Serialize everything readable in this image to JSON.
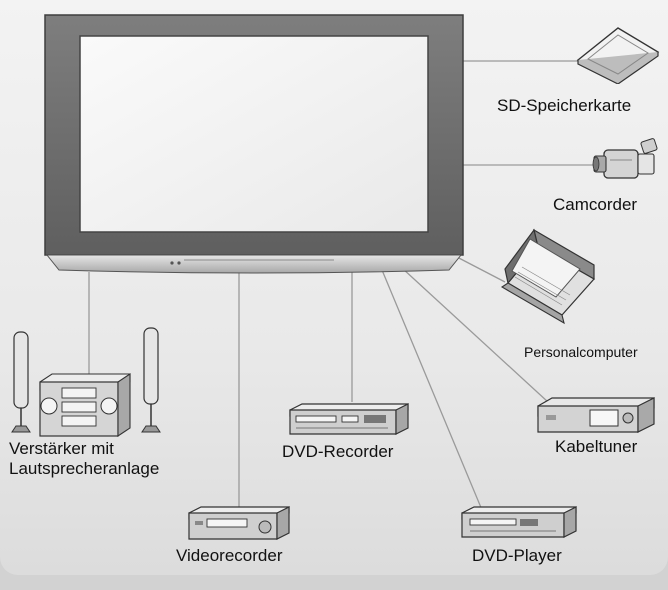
{
  "labels": {
    "sd_card": "SD-Speicherkarte",
    "camcorder": "Camcorder",
    "personal_computer": "Personalcomputer",
    "cable_tuner": "Kabeltuner",
    "dvd_player": "DVD-Player",
    "dvd_recorder": "DVD-Recorder",
    "video_recorder": "Videorecorder",
    "amplifier_line1": "Verstärker mit",
    "amplifier_line2": "Lautsprecheranlage"
  },
  "colors": {
    "background": "#ececec",
    "tv_frame": "#6f6f6f",
    "tv_screen": "#f4f4f4",
    "wire": "#9a9a9a",
    "device": "#cfcfcf"
  },
  "icons": {
    "tv": "flat-tv-icon",
    "sd_card": "sd-card-icon",
    "camcorder": "camcorder-icon",
    "laptop": "laptop-icon",
    "cable_tuner": "set-top-box-icon",
    "dvd_player": "dvd-player-icon",
    "dvd_recorder": "dvd-recorder-icon",
    "video_recorder": "vcr-icon",
    "hifi": "hifi-system-icon"
  }
}
